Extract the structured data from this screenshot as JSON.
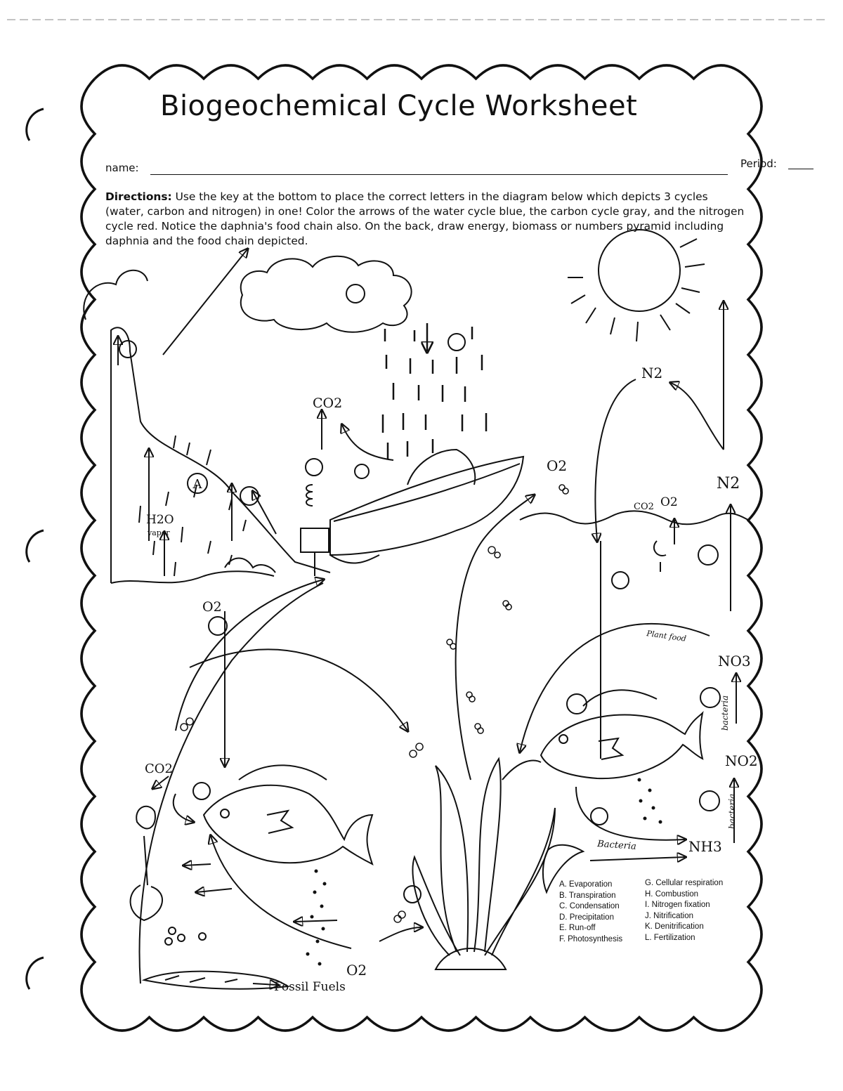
{
  "worksheet": {
    "title": "Biogeochemical Cycle Worksheet",
    "name_label": "name:",
    "period_label": "Period:",
    "directions_label": "Directions:",
    "directions_text": "Use the key at the bottom to place the correct letters in the diagram below which depicts 3 cycles (water, carbon and nitrogen) in one! Color the arrows of the water cycle blue, the carbon cycle gray, and the nitrogen cycle red. Notice the daphnia's food chain also. On the back, draw energy, biomass or numbers pyramid including daphnia and the food chain depicted."
  },
  "diagram": {
    "example_letter": "A",
    "labels": {
      "h2o": "H2O",
      "vapor": "vapor",
      "co2": "CO2",
      "o2": "O2",
      "n2": "N2",
      "no3": "NO3",
      "no2": "NO2",
      "nh3": "NH3",
      "plant_food": "Plant food",
      "bacteria": "Bacteria",
      "bacteria_lc": "bacteria",
      "fossil_fuels": "Fossil Fuels"
    }
  },
  "key": {
    "left": [
      "A. Evaporation",
      "B. Transpiration",
      "C. Condensation",
      "D. Precipitation",
      "E. Run-off",
      "F. Photosynthesis"
    ],
    "right": [
      "G. Cellular respiration",
      "H. Combustion",
      "I. Nitrogen fixation",
      "J. Nitrification",
      "K. Denitrification",
      "L. Fertilization"
    ]
  }
}
